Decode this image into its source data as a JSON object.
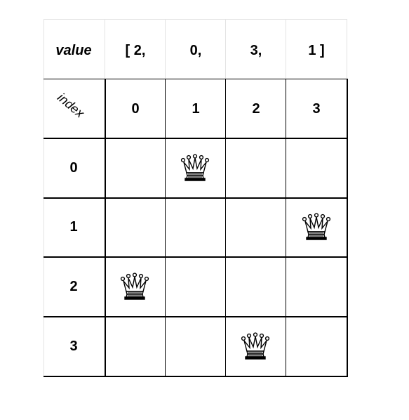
{
  "header": {
    "value_label": "value",
    "index_label": "index",
    "value_tokens": [
      "[ 2,",
      "0,",
      "3,",
      "1 ]"
    ]
  },
  "columns": [
    "0",
    "1",
    "2",
    "3"
  ],
  "rows": [
    "0",
    "1",
    "2",
    "3"
  ],
  "queen_positions": [
    2,
    0,
    3,
    1
  ],
  "icon": "queen-crown-icon"
}
